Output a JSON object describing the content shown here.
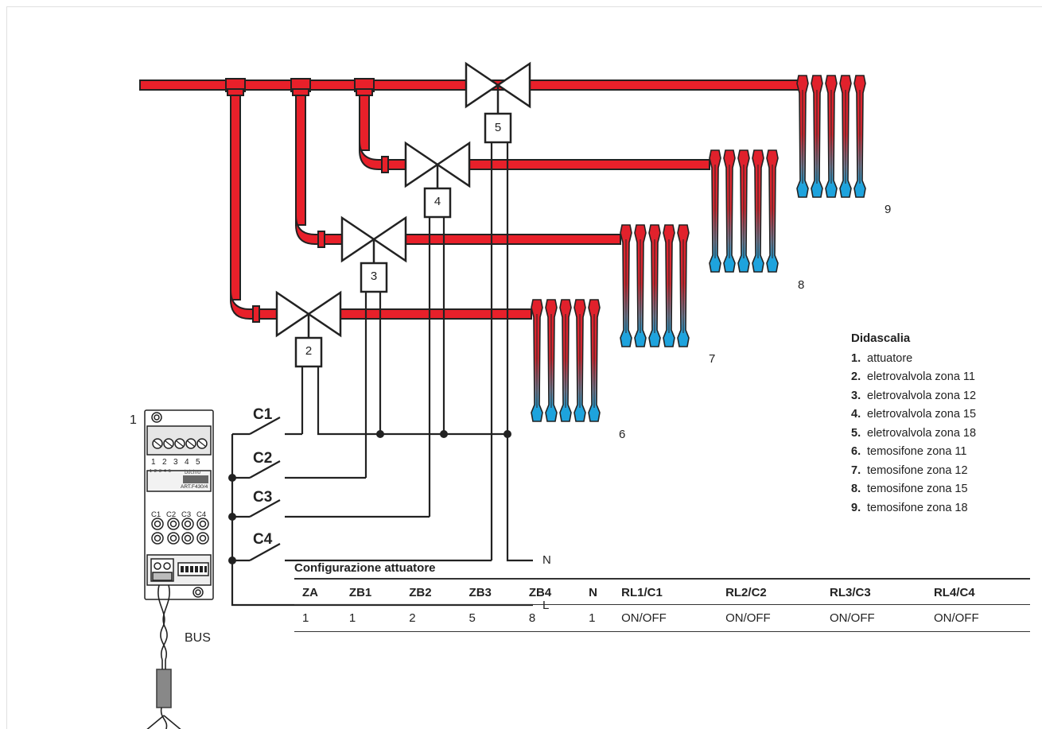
{
  "diagram": {
    "actuator_number": "1",
    "bus_label": "BUS",
    "line_N": "N",
    "line_L": "L",
    "switches": [
      "C1",
      "C2",
      "C3",
      "C4"
    ],
    "valves": [
      "2",
      "3",
      "4",
      "5"
    ],
    "radiators": [
      "6",
      "7",
      "8",
      "9"
    ],
    "device": {
      "terminals": [
        "1",
        "2",
        "3",
        "4",
        "5"
      ],
      "dip": [
        "1",
        "2",
        "3",
        "4",
        "5"
      ],
      "model": "ART.F430/4",
      "brand": "bticino",
      "relays": [
        "C1",
        "C2",
        "C3",
        "C4"
      ]
    },
    "colors": {
      "pipe": "#e8202a",
      "hot": "#e2202b",
      "cold": "#1ea3dd",
      "wire": "#222222"
    }
  },
  "legend": {
    "title": "Didascalia",
    "items": [
      {
        "num": "1.",
        "text": "attuatore"
      },
      {
        "num": "2.",
        "text": "eletrovalvola zona 11"
      },
      {
        "num": "3.",
        "text": "eletrovalvola zona 12"
      },
      {
        "num": "4.",
        "text": "eletrovalvola zona 15"
      },
      {
        "num": "5.",
        "text": "eletrovalvola zona 18"
      },
      {
        "num": "6.",
        "text": "temosifone zona 11"
      },
      {
        "num": "7.",
        "text": "temosifone zona 12"
      },
      {
        "num": "8.",
        "text": "temosifone zona 15"
      },
      {
        "num": "9.",
        "text": "temosifone zona 18"
      }
    ]
  },
  "config": {
    "title": "Configurazione attuatore",
    "headers": [
      "ZA",
      "ZB1",
      "ZB2",
      "ZB3",
      "ZB4",
      "N",
      "RL1/C1",
      "RL2/C2",
      "RL3/C3",
      "RL4/C4"
    ],
    "rows": [
      [
        "1",
        "1",
        "2",
        "5",
        "8",
        "1",
        "ON/OFF",
        "ON/OFF",
        "ON/OFF",
        "ON/OFF"
      ]
    ]
  }
}
